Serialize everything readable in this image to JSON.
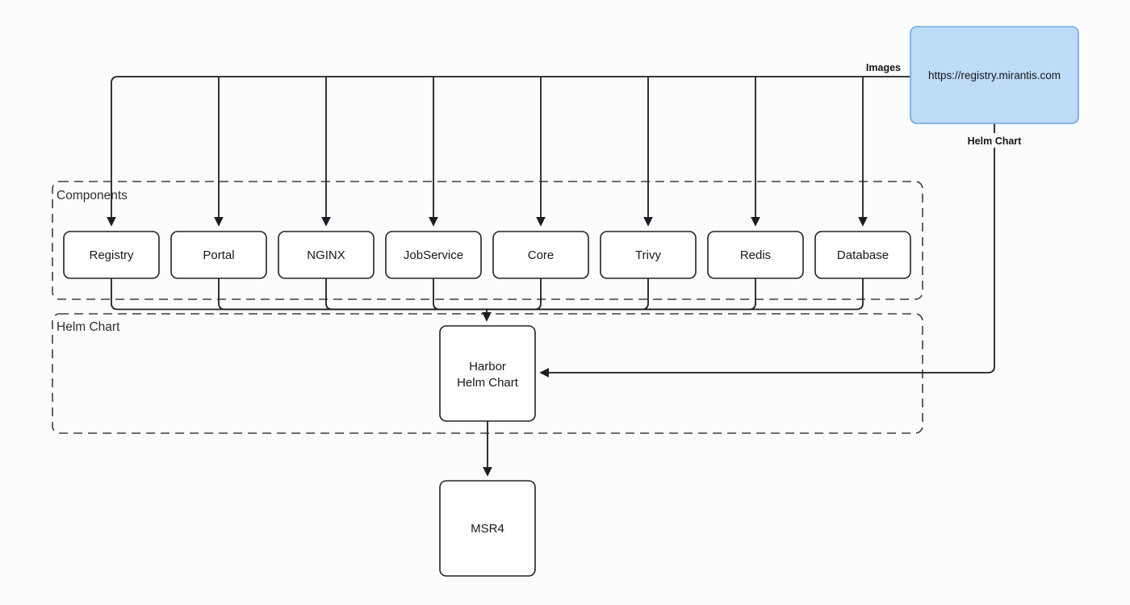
{
  "diagram": {
    "title": "Harbor Helm Chart delivery diagram",
    "colors": {
      "background": "#fcfcfc",
      "line": "#1d1e24",
      "node_border": "#212229",
      "node_fill": "#ffffff",
      "registry_fill": "#bedbf8",
      "registry_border": "#6ea6e4",
      "dashed_border": "#3c3d44"
    },
    "registry": {
      "label": "https://registry.mirantis.com"
    },
    "edge_labels": {
      "images": "Images",
      "helm_chart": "Helm Chart"
    },
    "components_container": {
      "label": "Components",
      "items": [
        "Registry",
        "Portal",
        "NGINX",
        "JobService",
        "Core",
        "Trivy",
        "Redis",
        "Database"
      ]
    },
    "helm_chart_container": {
      "label": "Helm Chart",
      "harbor_box": {
        "line1": "Harbor",
        "line2": "Helm Chart"
      }
    },
    "msr4": {
      "label": "MSR4"
    }
  }
}
